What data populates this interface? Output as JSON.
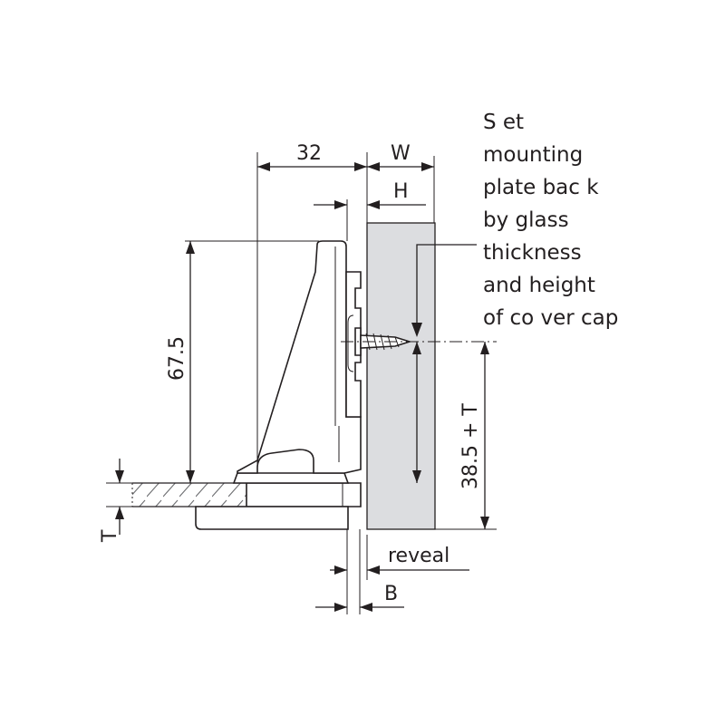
{
  "diagram": {
    "note_lines": [
      "S et",
      "mounting",
      "plate bac k",
      "by glass",
      "thickness",
      "and height",
      "of co ver cap"
    ],
    "dimensions": {
      "width_32": "32",
      "w": "W",
      "h": "H",
      "height_67_5": "67.5",
      "height_38_5_t": "38.5 + T",
      "t": "T",
      "reveal": "reveal",
      "b": "B"
    },
    "colors": {
      "line": "#231f20",
      "glass_fill": "#dcdde0",
      "hatch": "#6d6e71"
    }
  }
}
